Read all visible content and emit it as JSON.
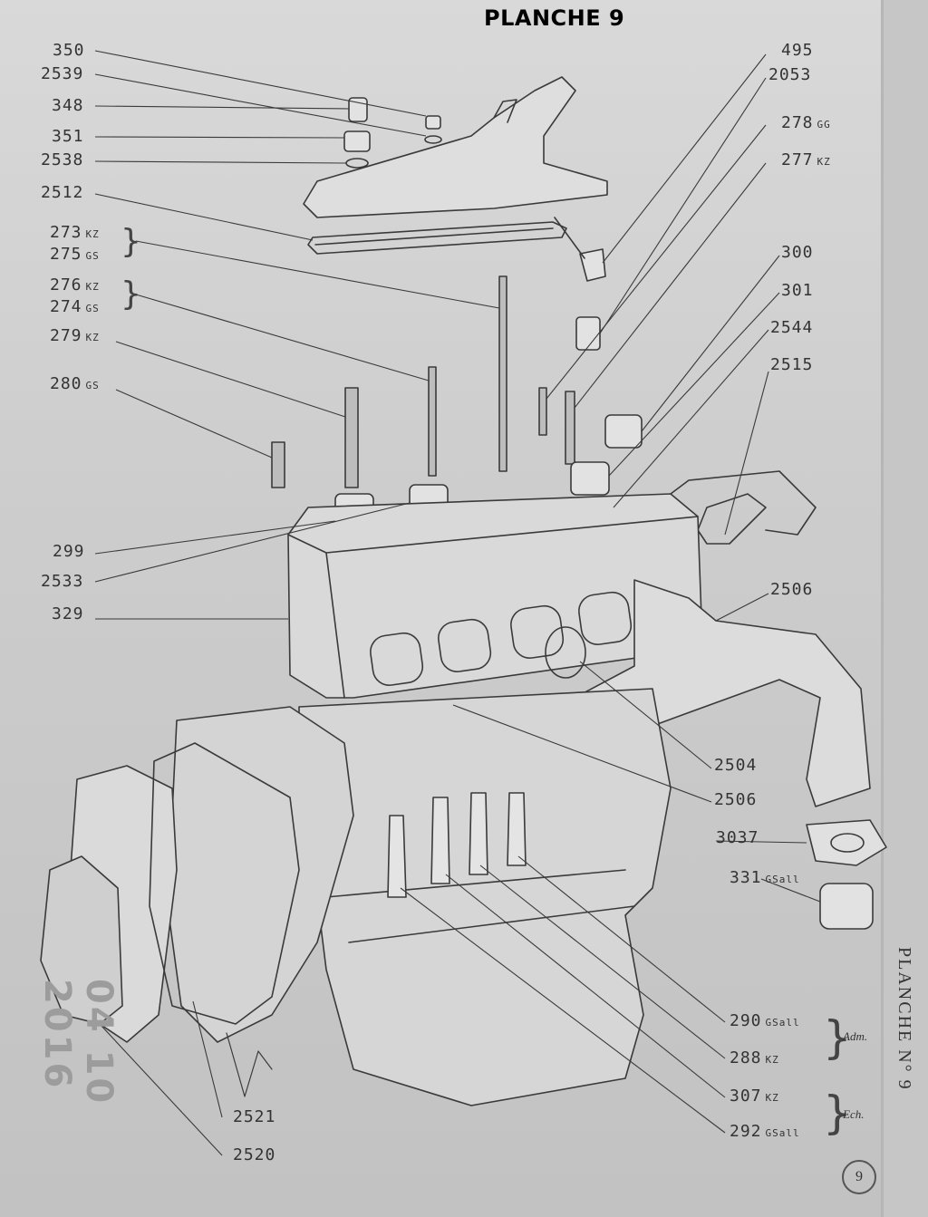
{
  "page": {
    "title": "PLANCHE 9",
    "side_title": "PLANCHE N° 9",
    "page_number": "9",
    "date_stamp": "04 10 2016"
  },
  "notes": {
    "adm": "Adm.",
    "ech": "Ech."
  },
  "labels": {
    "l350": "350",
    "l2539": "2539",
    "l348": "348",
    "l351": "351",
    "l2538": "2538",
    "l2512": "2512",
    "l273": "273",
    "l273_suf": "KZ",
    "l275": "275",
    "l275_suf": "GS",
    "l276": "276",
    "l276_suf": "KZ",
    "l274": "274",
    "l274_suf": "GS",
    "l279": "279",
    "l279_suf": "KZ",
    "l280": "280",
    "l280_suf": "GS",
    "l299": "299",
    "l2533": "2533",
    "l329": "329",
    "l495": "495",
    "l2053": "2053",
    "l278": "278",
    "l278_suf": "GG",
    "l277": "277",
    "l277_suf": "KZ",
    "l300": "300",
    "l301": "301",
    "l2544": "2544",
    "l2515": "2515",
    "l2506a": "2506",
    "l2504": "2504",
    "l2506b": "2506",
    "l3037": "3037",
    "l331": "331",
    "l331_suf": "GSall",
    "l290": "290",
    "l290_suf": "GSall",
    "l288": "288",
    "l288_suf": "KZ",
    "l307": "307",
    "l307_suf": "KZ",
    "l292": "292",
    "l292_suf": "GSall",
    "l2521": "2521",
    "l2520": "2520"
  },
  "colors": {
    "paper": "#d3d3d3",
    "ink": "#333333",
    "stamp": "#9c9c9c"
  }
}
